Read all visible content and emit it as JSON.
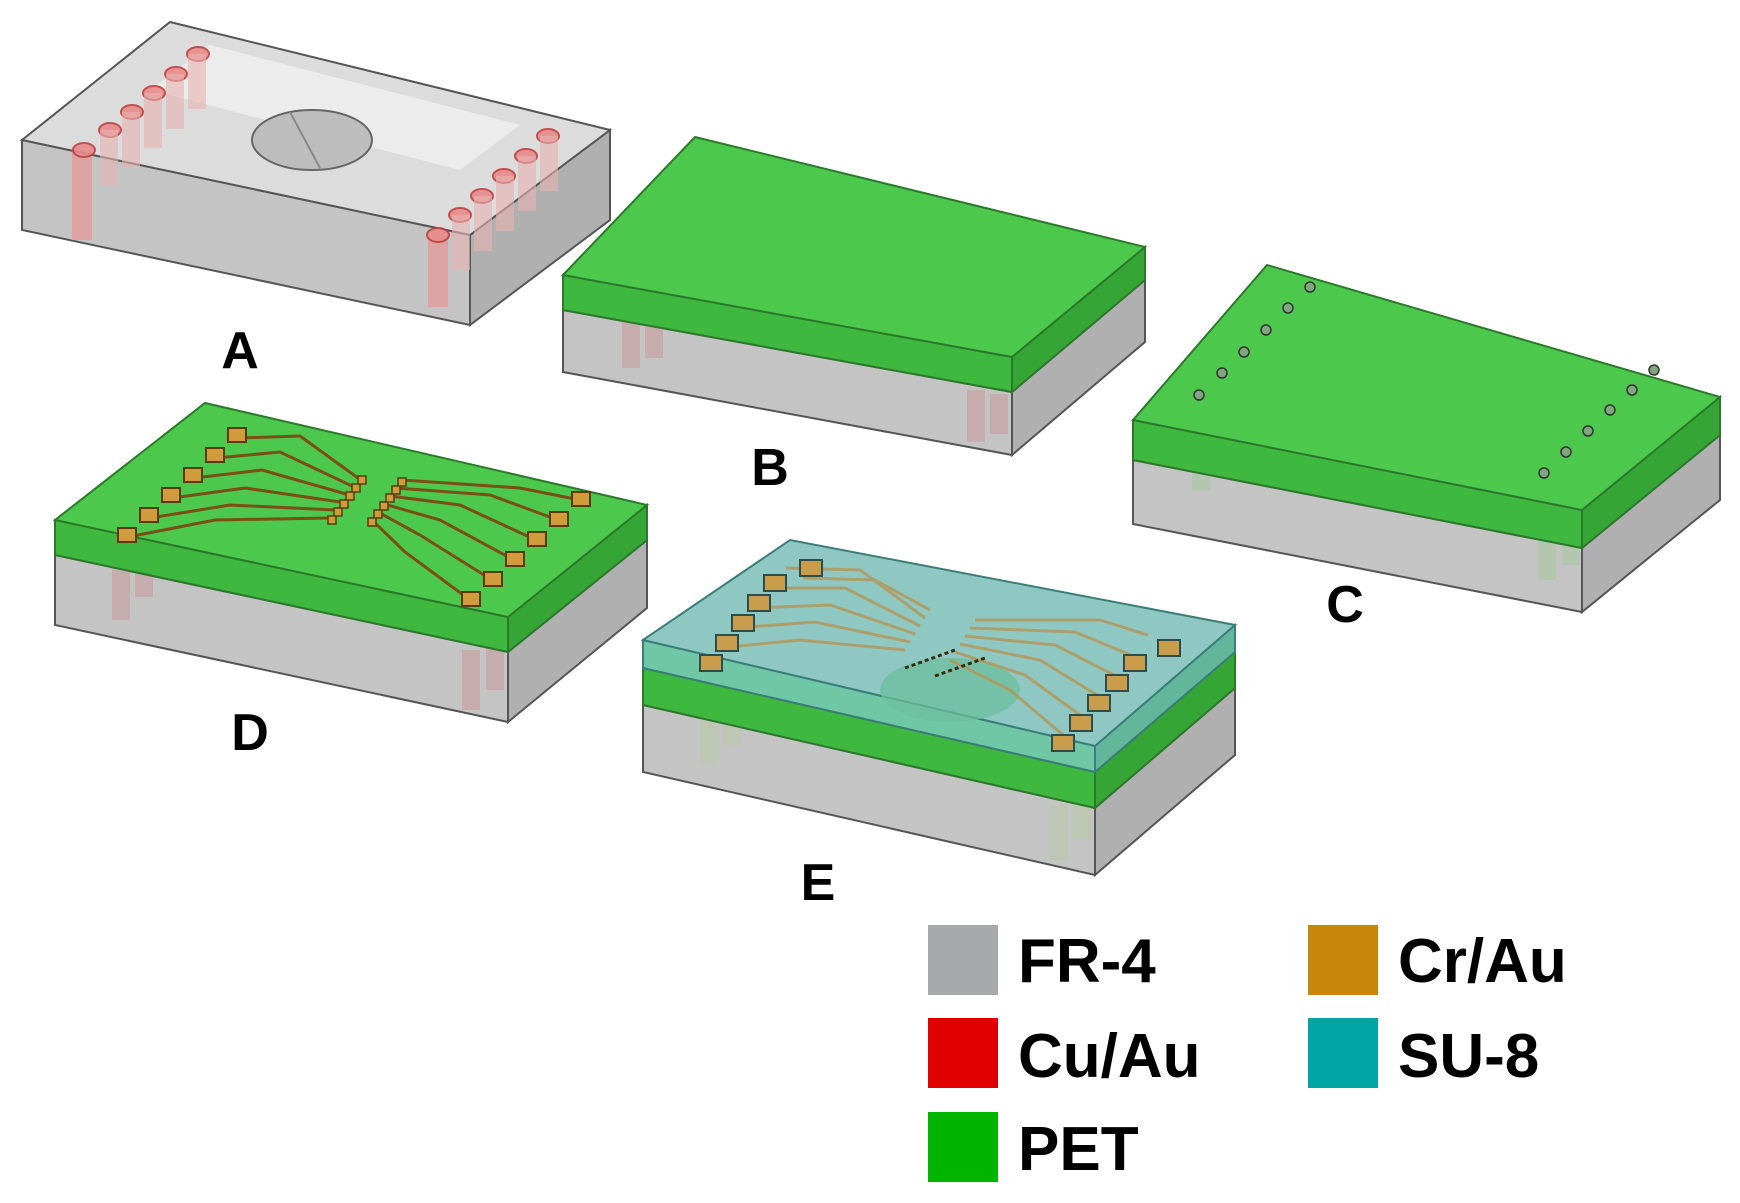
{
  "steps": [
    {
      "id": "A",
      "label": "A"
    },
    {
      "id": "B",
      "label": "B"
    },
    {
      "id": "C",
      "label": "C"
    },
    {
      "id": "D",
      "label": "D"
    },
    {
      "id": "E",
      "label": "E"
    }
  ],
  "legend": [
    {
      "label": "FR-4",
      "color": "#a7a9ac"
    },
    {
      "label": "Cr/Au",
      "color": "#c8870a"
    },
    {
      "label": "Cu/Au",
      "color": "#e00000"
    },
    {
      "label": "SU-8",
      "color": "#00a6a6"
    },
    {
      "label": "PET",
      "color": "#00b400"
    }
  ],
  "materials": {
    "fr4_top": "#d9d9d9",
    "fr4_front": "#c4c4c4",
    "fr4_side": "#b2b2b2",
    "pet_top": "#4cc94c",
    "pet_front": "#3fb83f",
    "su8_top": "#8fc7c2",
    "via": "#e05a5a",
    "trace": "#8a5a1c"
  }
}
